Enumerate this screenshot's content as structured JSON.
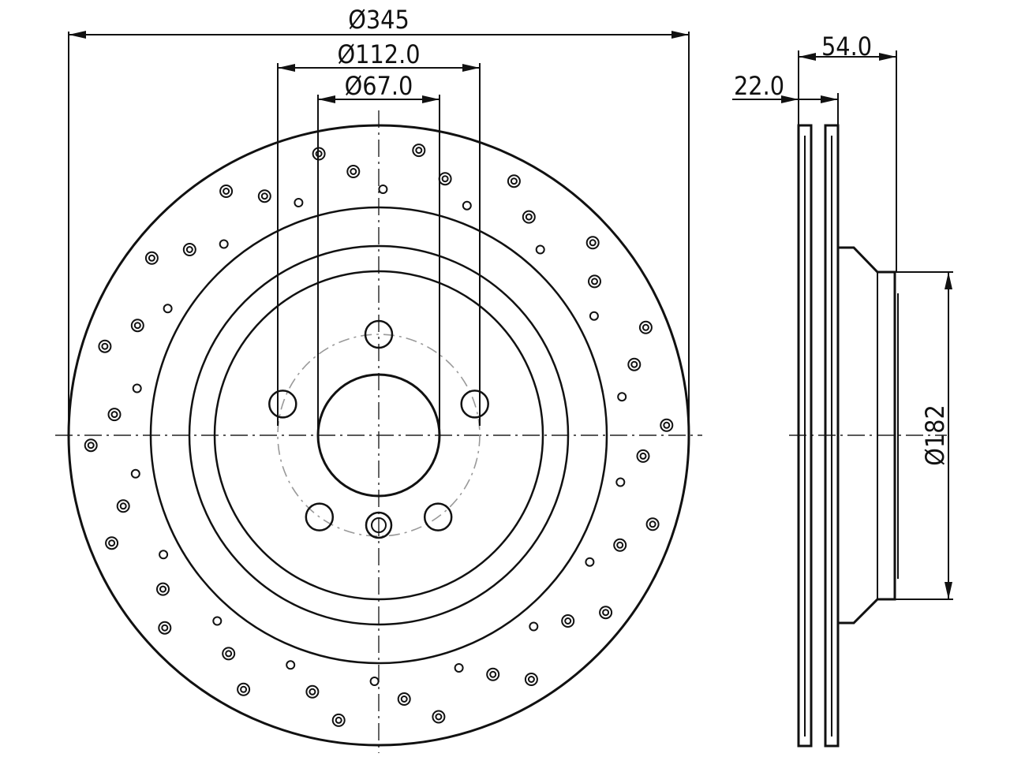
{
  "dimensions": {
    "outer_diameter": "Ø345",
    "pcd_diameter": "Ø112.0",
    "center_bore": "Ø67.0",
    "total_height": "54.0",
    "disc_thickness": "22.0",
    "hat_diameter": "Ø182"
  },
  "colors": {
    "line": "#111111",
    "pcd_line": "#999999",
    "background": "#ffffff"
  }
}
